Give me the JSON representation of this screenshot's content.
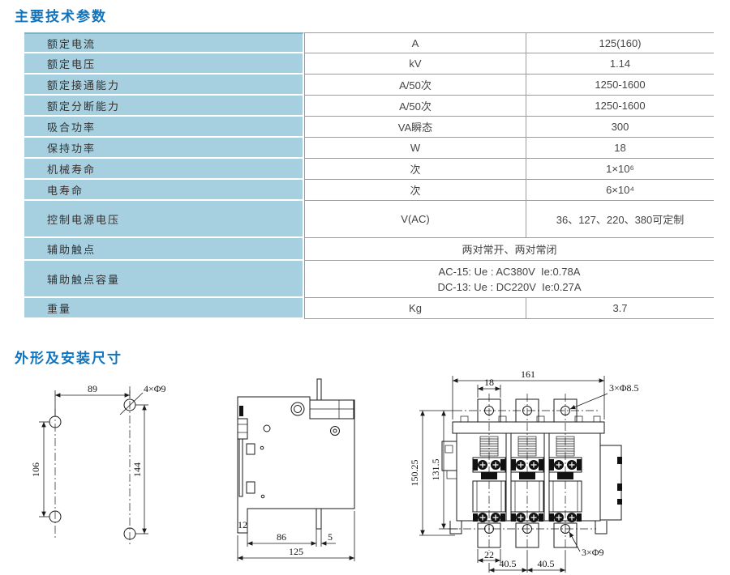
{
  "colors": {
    "title_blue": "#1274bd",
    "cell_blue": "#a6cfe0",
    "cell_top_edge": "#7fafc6",
    "grid_gray": "#9c9c9c",
    "drawing_line": "#1a1a1a"
  },
  "sections": {
    "params_title": "主要技术参数",
    "dimensions_title": "外形及安装尺寸"
  },
  "table": {
    "rows": [
      {
        "label": "额定电流",
        "unit": "A",
        "value": "125(160)"
      },
      {
        "label": "额定电压",
        "unit": "kV",
        "value": "1.14"
      },
      {
        "label": "额定接通能力",
        "unit": "A/50次",
        "value": "1250-1600"
      },
      {
        "label": "额定分断能力",
        "unit": "A/50次",
        "value": "1250-1600"
      },
      {
        "label": "吸合功率",
        "unit": "VA瞬态",
        "value": "300"
      },
      {
        "label": "保持功率",
        "unit": "W",
        "value": "18"
      },
      {
        "label": "机械寿命",
        "unit": "次",
        "value": "1×10⁶"
      },
      {
        "label": "电寿命",
        "unit": "次",
        "value": "6×10⁴"
      },
      {
        "label": "控制电源电压",
        "unit": "V(AC)",
        "value": "36、127、220、380可定制"
      },
      {
        "label": "辅助触点",
        "merged_value": "两对常开、两对常闭"
      },
      {
        "label": "辅助触点容量",
        "line1": "AC-15: Ue : AC380V  Ie:0.78A",
        "line2": "DC-13: Ue : DC220V  Ie:0.27A"
      },
      {
        "label": "重量",
        "unit": "Kg",
        "value": "3.7"
      }
    ]
  },
  "drawings": {
    "mounting": {
      "dim_top_width": "89",
      "holes_label": "4×Φ9",
      "dim_left_height": "106",
      "dim_right_height": "144"
    },
    "side_view": {
      "dim_foot_width": "12",
      "dim_base": "86",
      "dim_rail": "5",
      "dim_total_width": "125"
    },
    "front_view": {
      "dim_total_width": "161",
      "dim_terminal_width": "18",
      "top_holes_label": "3×Φ8.5",
      "dim_total_height": "150.25",
      "dim_mount_height": "131.5",
      "dim_bottom_terminal": "22",
      "dim_pitch_left": "40.5",
      "dim_pitch_right": "40.5",
      "bottom_holes_label": "3×Φ9"
    }
  }
}
